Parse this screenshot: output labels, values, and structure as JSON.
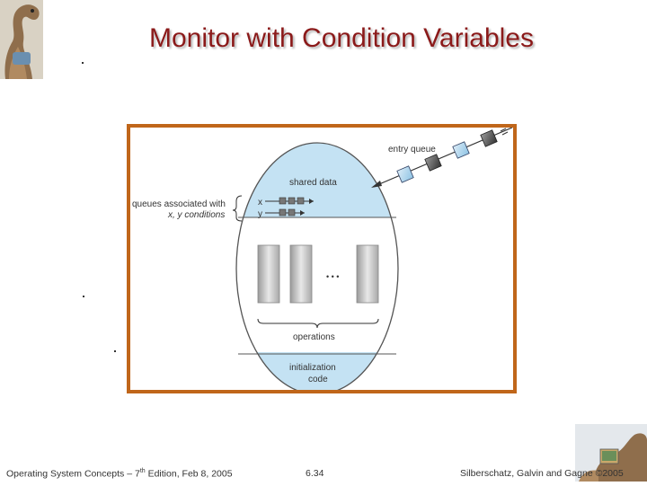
{
  "slide": {
    "title": "Monitor with Condition Variables"
  },
  "diagram": {
    "entry_queue_label": "entry queue",
    "shared_data_label": "shared data",
    "queues_label_line1": "queues associated with",
    "queues_label_line2": "x, y conditions",
    "var_x": "x",
    "var_y": "y",
    "ellipsis": "• • •",
    "operations_label": "operations",
    "init_label_line1": "initialization",
    "init_label_line2": "code",
    "colors": {
      "ellipse_fill": "#c4e2f3",
      "frame_border": "#c0661a",
      "title_color": "#8b1a1a"
    }
  },
  "footer": {
    "left_prefix": "Operating System Concepts – 7",
    "left_sup": "th",
    "left_suffix": " Edition, Feb 8, 2005",
    "center": "6.34",
    "right": "Silberschatz, Galvin and Gagne ©2005"
  }
}
